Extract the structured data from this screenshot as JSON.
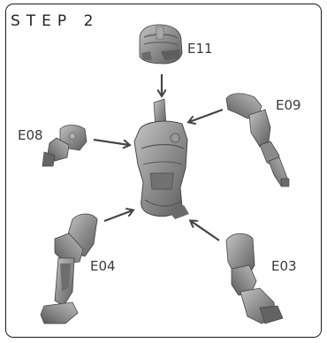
{
  "step": {
    "title": "STEP 2"
  },
  "parts": [
    {
      "code": "E11",
      "name": "head"
    },
    {
      "code": "E09",
      "name": "right-arm"
    },
    {
      "code": "E08",
      "name": "left-arm"
    },
    {
      "code": "E04",
      "name": "left-leg"
    },
    {
      "code": "E03",
      "name": "right-leg"
    }
  ],
  "colors": {
    "frame": "#1a1a1a",
    "part_fill": "#8c8c8c",
    "part_dark": "#5f5f5f",
    "part_light": "#b8b8b8",
    "arrow": "#444444"
  }
}
